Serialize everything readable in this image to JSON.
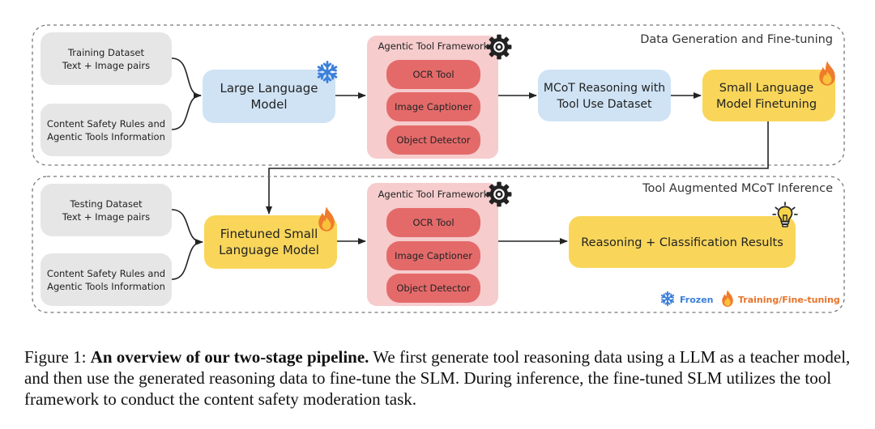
{
  "stage1": {
    "label": "Data Generation and Fine-tuning",
    "inputs": [
      [
        "Training Dataset",
        "Text + Image pairs"
      ],
      [
        "Content Safety Rules and",
        "Agentic Tools Information"
      ]
    ],
    "model": [
      "Large Language",
      "Model"
    ],
    "model_status_icon": "snowflake-icon",
    "framework": {
      "title": "Agentic Tool Framework",
      "tools": [
        "OCR Tool",
        "Image Captioner",
        "Object Detector"
      ]
    },
    "dataset": [
      "MCoT Reasoning with",
      "Tool Use Dataset"
    ],
    "finetune": [
      "Small Language",
      "Model Finetuning"
    ],
    "finetune_status_icon": "flame-icon"
  },
  "stage2": {
    "label": "Tool Augmented MCoT Inference",
    "inputs": [
      [
        "Testing Dataset",
        "Text + Image pairs"
      ],
      [
        "Content Safety Rules and",
        "Agentic Tools Information"
      ]
    ],
    "model": [
      "Finetuned Small",
      "Language Model"
    ],
    "model_status_icon": "flame-icon",
    "framework": {
      "title": "Agentic Tool Framework",
      "tools": [
        "OCR Tool",
        "Image Captioner",
        "Object Detector"
      ]
    },
    "result": "Reasoning + Classification Results",
    "result_icon": "lightbulb-icon"
  },
  "legend": {
    "frozen": "Frozen",
    "training": "Training/Fine-tuning"
  },
  "colors": {
    "input_box": "#e6e6e6",
    "llm_box": "#cfe3f5",
    "framework_panel": "#f6cccd",
    "tool_box": "#e46a6a",
    "slm_box": "#f9d65a",
    "frozen": "#3b7fd9",
    "training": "#e8732a"
  },
  "caption": {
    "prefix": "Figure 1: ",
    "bold": "An overview of our two-stage pipeline.",
    "body": " We first generate tool reasoning data using a LLM as a teacher model, and then use the generated reasoning data to fine-tune the SLM. During inference, the fine-tuned SLM utilizes the tool framework to conduct the content safety moderation task."
  }
}
